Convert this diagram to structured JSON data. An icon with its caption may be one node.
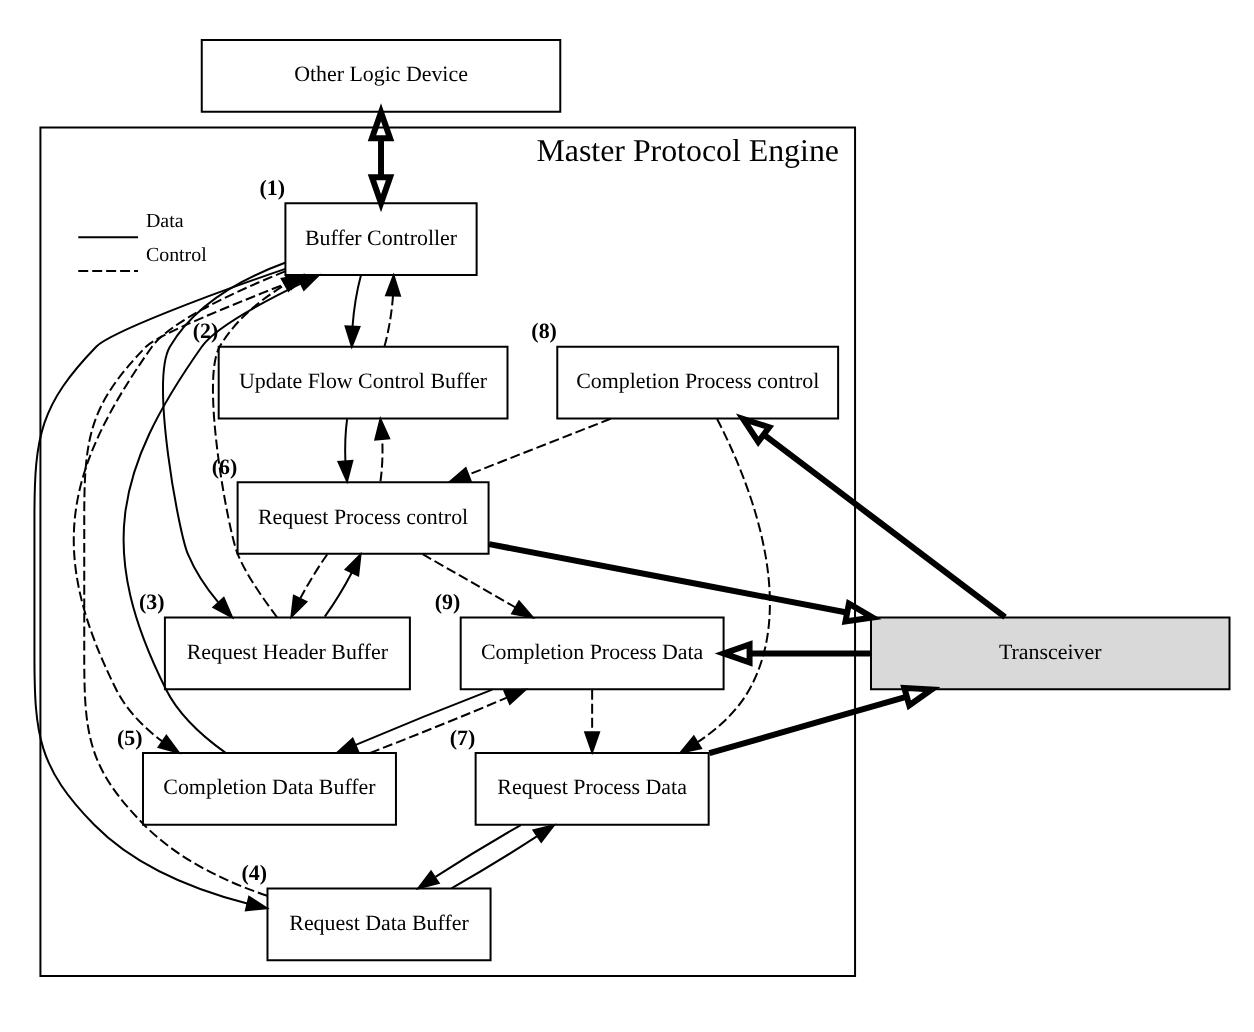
{
  "diagram": {
    "nodes": [
      {
        "text": [
          "Other Logic Device"
        ]
      },
      {
        "text": [
          "Master Protocol Engine"
        ]
      },
      {
        "text": [
          "Buffer Controller"
        ],
        "in": 1,
        "beside": [
          "(1)"
        ]
      },
      {
        "text": [
          "Update Flow Control Buffer"
        ],
        "in": 1,
        "beside": [
          "(2)"
        ]
      },
      {
        "text": [
          "Request Header Buffer"
        ],
        "in": 1,
        "beside": [
          "(3)"
        ]
      },
      {
        "text": [
          "Request Data Buffer"
        ],
        "in": 1,
        "beside": [
          "(4)"
        ]
      },
      {
        "text": [
          "Completion Data Buffer"
        ],
        "in": 1,
        "beside": [
          "(5)"
        ]
      },
      {
        "text": [
          "Request Process control"
        ],
        "in": 1,
        "beside": [
          "(6)"
        ]
      },
      {
        "text": [
          "Request Process Data"
        ],
        "in": 1,
        "beside": [
          "(7)"
        ]
      },
      {
        "text": [
          "Completion Process control"
        ],
        "in": 1,
        "beside": [
          "(8)"
        ]
      },
      {
        "text": [
          "Completion Process Data"
        ],
        "in": 1,
        "beside": [
          "(9)"
        ]
      },
      {
        "text": [
          "Transceiver"
        ]
      }
    ],
    "edges": [
      {
        "from": 0,
        "to": 2,
        "arrow": "both",
        "style": "thick"
      },
      {
        "from": 2,
        "to": 3,
        "arrow": "to"
      },
      {
        "from": 3,
        "to": 2,
        "arrow": "to",
        "style": "dashed"
      },
      {
        "from": 7,
        "to": 3,
        "arrow": "to",
        "style": "dashed"
      },
      {
        "from": 3,
        "to": 7,
        "arrow": "to"
      },
      {
        "from": 2,
        "to": 4,
        "arrow": "to"
      },
      {
        "from": 4,
        "to": 2,
        "arrow": "to",
        "style": "dashed"
      },
      {
        "from": 2,
        "to": 5,
        "arrow": "to"
      },
      {
        "from": 5,
        "to": 2,
        "arrow": "to",
        "style": "dashed"
      },
      {
        "from": 6,
        "to": 2,
        "arrow": "to"
      },
      {
        "from": 2,
        "to": 6,
        "arrow": "to",
        "style": "dashed"
      },
      {
        "from": 4,
        "to": 7,
        "arrow": "to"
      },
      {
        "from": 7,
        "to": 4,
        "arrow": "to",
        "style": "dashed"
      },
      {
        "from": 5,
        "to": 8,
        "arrow": "to"
      },
      {
        "from": 8,
        "to": 5,
        "arrow": "to"
      },
      {
        "from": 7,
        "to": 10,
        "arrow": "to",
        "style": "dashed"
      },
      {
        "from": 10,
        "to": 6,
        "arrow": "to"
      },
      {
        "from": 6,
        "to": 10,
        "arrow": "to",
        "style": "dashed"
      },
      {
        "from": 10,
        "to": 8,
        "arrow": "to",
        "style": "dashed"
      },
      {
        "from": 9,
        "to": 7,
        "arrow": "to",
        "style": "dashed"
      },
      {
        "from": 9,
        "to": 8,
        "arrow": "to",
        "style": "dashed"
      },
      {
        "from": 7,
        "to": 11,
        "arrow": "to",
        "style": "thick"
      },
      {
        "from": 8,
        "to": 11,
        "arrow": "to",
        "style": "thick"
      },
      {
        "from": 11,
        "to": 9,
        "arrow": "to",
        "style": "thick"
      },
      {
        "from": 11,
        "to": 10,
        "arrow": "to",
        "style": "thick"
      }
    ],
    "legend": [
      {
        "text": "Data"
      },
      {
        "text": "Control"
      }
    ]
  }
}
